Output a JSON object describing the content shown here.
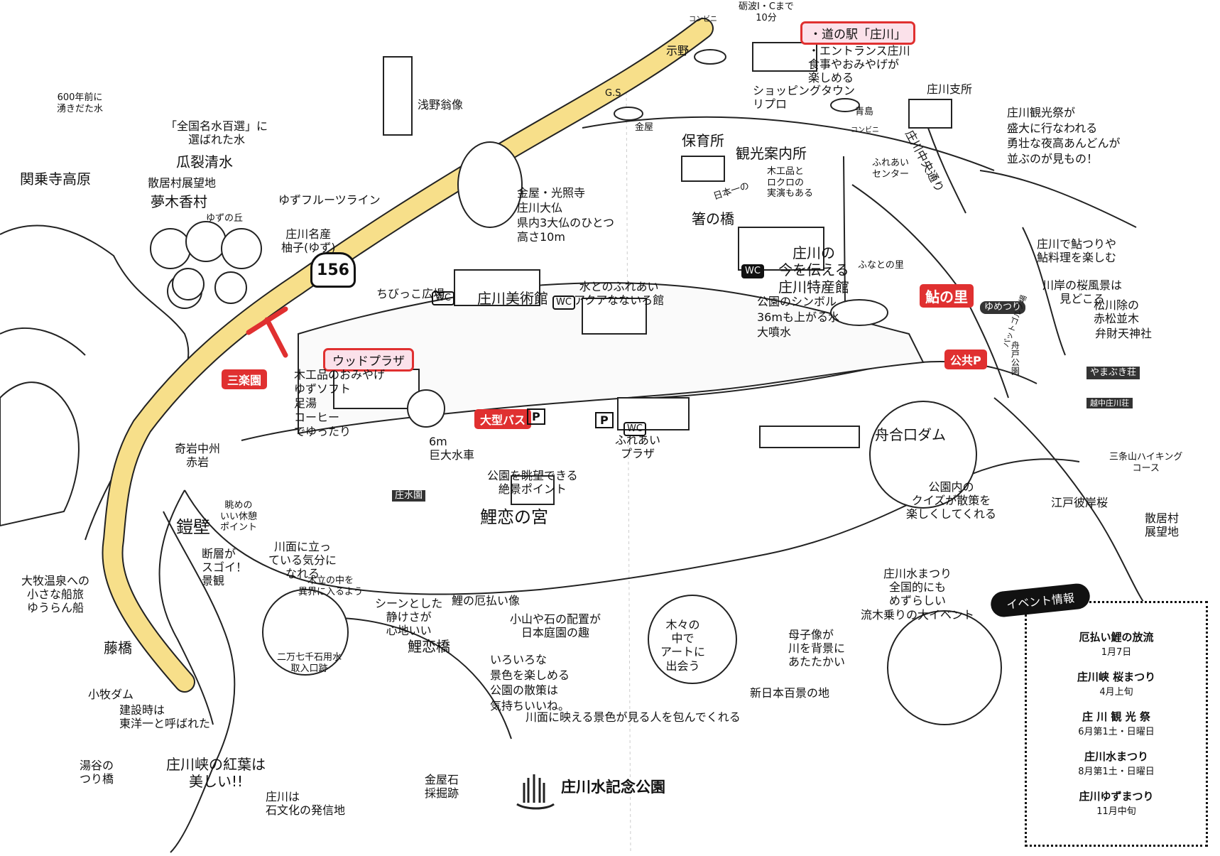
{
  "labels": {
    "tonami_ic": "砺波I・Cまで\n10分",
    "michi_no_eki": "・道の駅「庄川」",
    "entrance": "・エントランス庄川\n食事やおみやげが\n楽しめる",
    "shimeno": "示野",
    "gs": "G.S",
    "konbini_top": "コンビニ",
    "shopping_town": "ショッピングタウン\nリプロ",
    "shokawa_shisho": "庄川支所",
    "aoshima": "青島",
    "konbini_right": "コンビニ",
    "kankosai_note": "庄川観光祭が\n盛大に行なわれる\n勇壮な夜高あんどんが\n並ぶのが見もの！",
    "shokawa_chuo_dori": "庄川中央通り",
    "fureai_center": "ふれあい\nセンター",
    "asano_statue": "浅野翁像",
    "kanaya": "金屋",
    "hoikusho": "保育所",
    "kanko_annai": "観光案内所",
    "mokkohin_rokuro": "木工品と\nロクロの\n実演もある",
    "nihonichi": "日本一の",
    "hashi_no_hashi": "箸の橋",
    "meisui_note": "「全国名水百選」に\n選ばれた水",
    "uryu_shimizu": "瓜裂清水",
    "600years": "600年前に\n湧きだた水",
    "kanrakuji": "関乗寺高原",
    "sankyo_tenbo": "散居村展望地",
    "yumeki_kason": "夢木香村",
    "yuzu_fruit_line": "ゆずフルーツライン",
    "yuzu_no_oka": "ゆずの丘",
    "yuzu_meisan": "庄川名産\n柚子(ゆず)",
    "route_156": "156",
    "kanaya_kousyoji": "金屋・光照寺\n庄川大仏\n県内3大仏のひとつ\n高さ10m",
    "chibikko_hiroba": "ちびっこ広場",
    "bijutsukan": "庄川美術館",
    "aqua_nairo": "水とのふれあい\nアクアなないろ館",
    "tokusankan": "庄川の\n今を伝える\n庄川特産館",
    "funato_no_sato": "ふなとの里",
    "wc1": "WC",
    "wc2": "WC",
    "wc3": "WC",
    "wc4": "WC",
    "ayu_no_sato": "鮎の里",
    "yumetsuri": "ゆめつり",
    "koukyo_p": "公共P",
    "ayu_note": "庄川で鮎つりや\n鮎料理を楽しむ",
    "sakura_note": "川岸の桜風景は\n見どころ",
    "matsukawa": "松川除の\n赤松並木",
    "benzaiten": "弁財天神社",
    "minato_park": "パットゴルフ場",
    "funado_park": "舟戸公園",
    "yamabuki": "やまぶき荘",
    "ryokan": "越中庄川荘",
    "symbol_fountain": "公園のシンボル\n36mも上がる水\n大噴水",
    "wood_plaza": "ウッドプラザ",
    "sanrakuen": "三楽園",
    "wood_plaza_note": "木工品のおみやげ\nゆずソフト\n足湯\nコーヒー\nでゆったり",
    "water_wheel": "6m\n巨大水車",
    "big_bus": "大型バス",
    "p_mark1": "P",
    "p_mark2": "P",
    "fureai_plaza": "ふれあい\nプラザ",
    "funago_dam": "舟合口ダム",
    "quiz_note": "公園内の\nクイズが散策を\n楽しくしてくれる",
    "sanjoyama": "三条山ハイキング\nコース",
    "edohigan": "江戸彼岸桜",
    "sankyo_tenbo2": "散居村\n展望地",
    "kigan": "奇岩中州\n赤岩",
    "shosui_en": "庄水園",
    "tenbo_point": "公園を眺望できる\n絶景ポイント",
    "rishin_no_miya": "鯉恋の宮",
    "kyukei_point": "眺めの\nいい休憩\nポイント",
    "yoroi_kabe": "鎧壁",
    "dansou": "断層が\nスゴイ！\n景観",
    "kawamo": "川面に立っ\nている気分に\nなれる",
    "kodachi": "木立の中を\n異界に入るよう",
    "shin_shizuka": "シーンとした\n静けさが\n心地いい",
    "koi_statue": "鯉の厄払い像",
    "koyama_note": "小山や石の配置が\n日本庭園の趣",
    "ki_art": "木々の\n中で\nアートに\n出会う",
    "boshi_zo": "母子像が\n川を背景に\nあたたかい",
    "mizu_matsuri_note": "庄川水まつり\n全国的にも\nめずらしい\n流木乗りの大イベント",
    "shin_nihon": "新日本百景の地",
    "ohmaki_onsen": "大牧温泉への\n小さな船旅\nゆうらん船",
    "fujihashi": "藤橋",
    "komaki_dam": "小牧ダム",
    "toyo_note": "建設時は\n東洋一と呼ばれた",
    "yutani": "湯谷の\nつり橋",
    "nimanshichi": "二万七千石用水\n取入口跡",
    "rishin_bashi": "鯉恋橋",
    "iroiro": "いろいろな\n景色を楽しめる\n公園の散策は\n気持ちいいね。",
    "kawamo_keshiki": "川面に映える景色が見る人を包んでくれる",
    "koyo_note": "庄川峡の紅葉は\n美しい!!",
    "ishi_bunka": "庄川は\n石文化の発信地",
    "kanaya_ishi": "金屋石\n採掘跡",
    "park_name": "庄川水記念公園"
  },
  "event_info": {
    "title": "イベント情報",
    "items": [
      {
        "name": "厄払い鯉の放流",
        "date": "1月7日"
      },
      {
        "name": "庄川峡 桜まつり",
        "date": "4月上旬"
      },
      {
        "name": "庄 川 観 光 祭",
        "date": "6月第1土・日曜日"
      },
      {
        "name": "庄川水まつり",
        "date": "8月第1土・日曜日"
      },
      {
        "name": "庄川ゆずまつり",
        "date": "11月中旬"
      }
    ]
  },
  "colors": {
    "road": "#f7df8a",
    "road_edge": "#222222",
    "accent_red": "#e03030",
    "pink_fill": "#fbe1ea",
    "ink": "#111111"
  }
}
